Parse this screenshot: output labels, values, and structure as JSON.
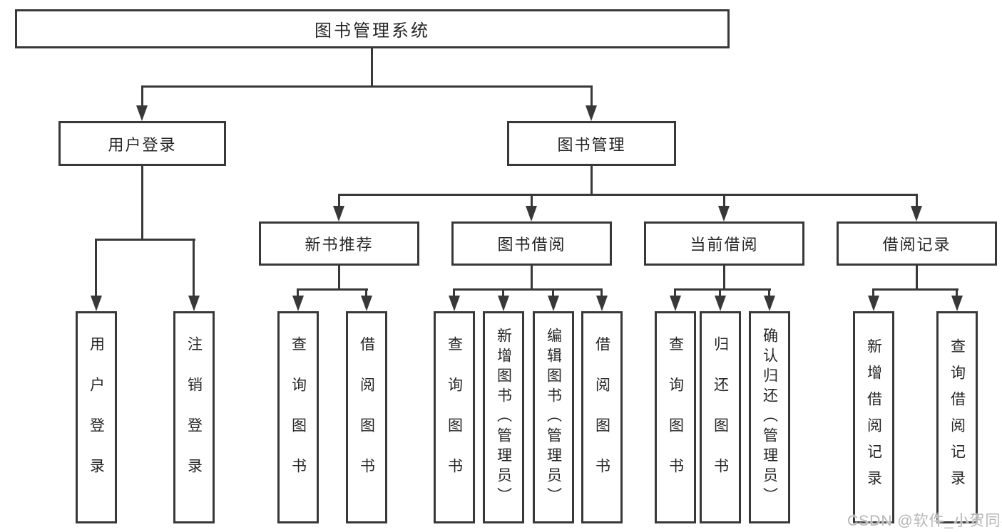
{
  "colors": {
    "line": "#383838",
    "text": "#262626",
    "background": "#ffffff",
    "watermark": "#b6b6b6"
  },
  "watermark": {
    "text": "CSDN @软件_小贺同学"
  },
  "diagram": {
    "type": "tree",
    "root": {
      "label": "图书管理系统",
      "children": [
        {
          "label": "用户登录",
          "children": [
            {
              "label": "用户登录"
            },
            {
              "label": "注销登录"
            }
          ]
        },
        {
          "label": "图书管理",
          "children": [
            {
              "label": "新书推荐",
              "children": [
                {
                  "label": "查询图书"
                },
                {
                  "label": "借阅图书"
                }
              ]
            },
            {
              "label": "图书借阅",
              "children": [
                {
                  "label": "查询图书"
                },
                {
                  "label": "新增图书（管理员）"
                },
                {
                  "label": "编辑图书（管理员）"
                },
                {
                  "label": "借阅图书"
                }
              ]
            },
            {
              "label": "当前借阅",
              "children": [
                {
                  "label": "查询图书"
                },
                {
                  "label": "归还图书"
                },
                {
                  "label": "确认归还（管理员）"
                }
              ]
            },
            {
              "label": "借阅记录",
              "children": [
                {
                  "label": "新增借阅记录"
                },
                {
                  "label": "查询借阅记录"
                }
              ]
            }
          ]
        }
      ]
    }
  }
}
